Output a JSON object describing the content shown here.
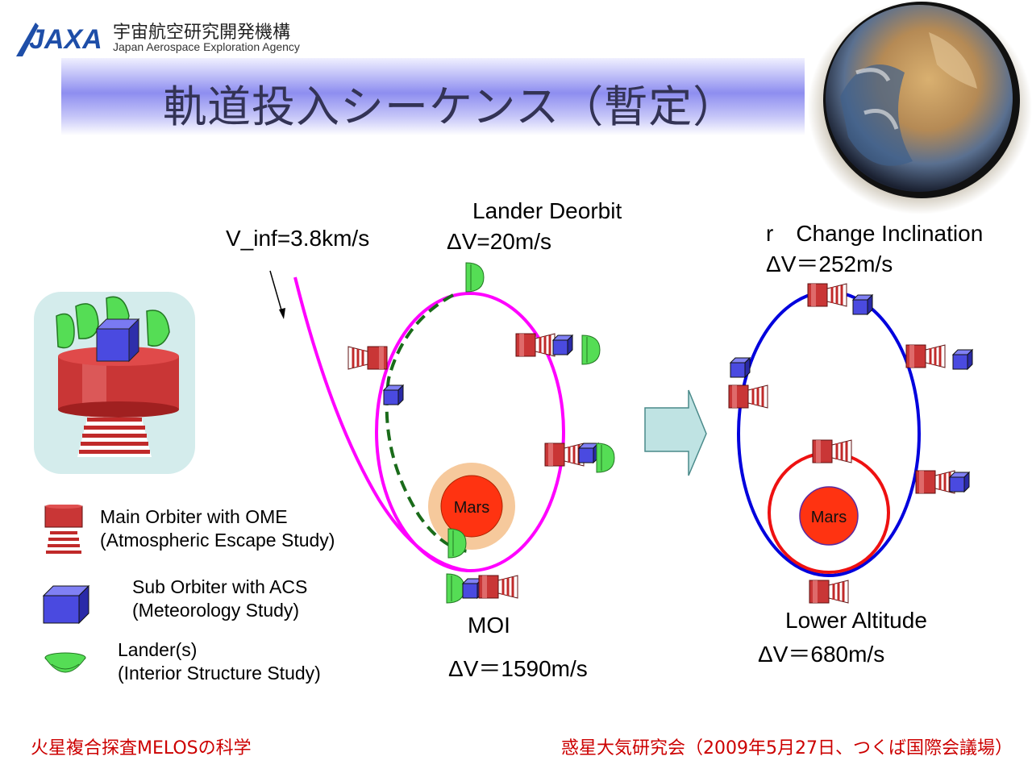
{
  "header": {
    "logo_text": "JAXA",
    "agency_jp": "宇宙航空研究開発機構",
    "agency_en": "Japan Aerospace Exploration Agency",
    "title": "軌道投入シーケンス（暫定）"
  },
  "diagram": {
    "v_inf": "V_inf=3.8km/s",
    "lander_deorbit": "Lander Deorbit",
    "lander_deorbit_dv": "ΔV=20m/s",
    "moi": "MOI",
    "moi_dv": "ΔV＝1590m/s",
    "change_inclination": "r　Change Inclination",
    "change_inclination_dv": "ΔV＝252m/s",
    "lower_altitude": "Lower Altitude",
    "lower_altitude_dv": "ΔV＝680m/s",
    "planet_label": "Mars",
    "planet_label_2": "Mars"
  },
  "legend": {
    "main_orbiter_1": "Main Orbiter with OME",
    "main_orbiter_2": "(Atmospheric Escape Study)",
    "sub_orbiter_1": "Sub Orbiter with ACS",
    "sub_orbiter_2": "(Meteorology Study)",
    "lander_1": "Lander(s)",
    "lander_2": "(Interior Structure Study)"
  },
  "footer": {
    "left": "火星複合探査MELOSの科学",
    "right": "惑星大気研究会（2009年5月27日、つくば国際会議場）"
  },
  "colors": {
    "hyperbola": "#ff00ff",
    "deorbit_path": "#1a6b1a",
    "final_orbit": "#0000dd",
    "low_orbit": "#ee1111",
    "mars": "#ff3311",
    "footer_text": "#cc0000"
  }
}
